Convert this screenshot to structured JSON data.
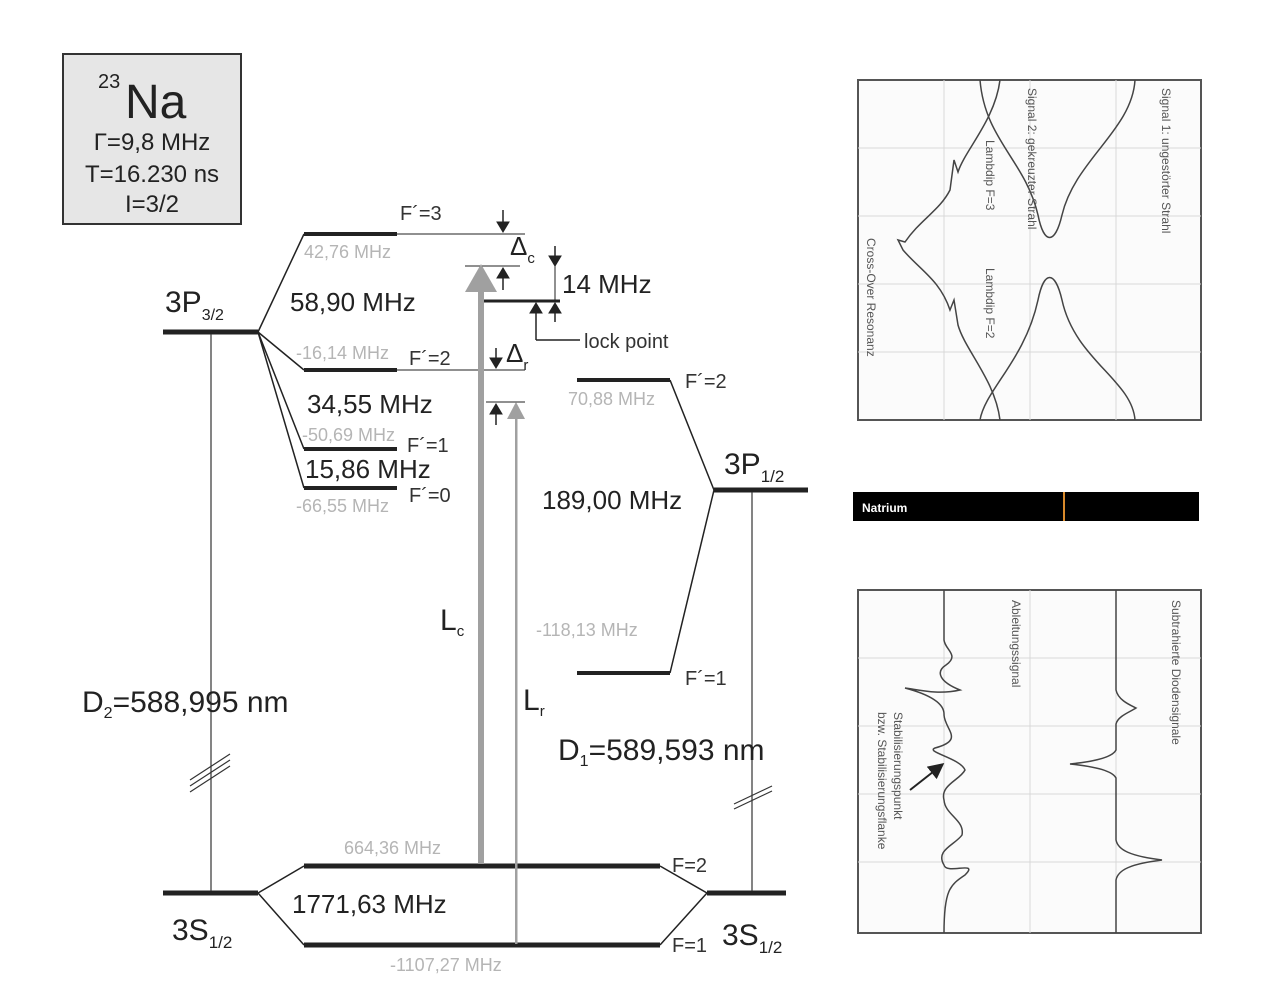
{
  "element_box": {
    "mass_number": "23",
    "symbol": "Na",
    "gamma": "Γ=9,8 MHz",
    "tau": "Τ=16.230 ns",
    "spin": "I=3/2"
  },
  "states": {
    "p32_main": "3P",
    "p32_sub": "3/2",
    "p12_main": "3P",
    "p12_sub": "1/2",
    "s12_left_main": "3S",
    "s12_left_sub": "1/2",
    "s12_right_main": "3S",
    "s12_right_sub": "1/2"
  },
  "sublevels": {
    "f3": "F´=3",
    "f2": "F´=2",
    "f1": "F´=1",
    "f0": "F´=0",
    "f2_p12": "F´=2",
    "f1_p12": "F´=1",
    "g2": "F=2",
    "g1": "F=1"
  },
  "offsets": {
    "f3": "42,76 MHz",
    "f2": "-16,14 MHz",
    "f1": "-50,69 MHz",
    "f0": "-66,55 MHz",
    "p12_f2": "70,88 MHz",
    "p12_f1": "-118,13 MHz",
    "g2": "664,36 MHz",
    "g1": "-1107,27 MHz"
  },
  "splittings": {
    "f3_f2": "58,90 MHz",
    "f2_f1": "34,55 MHz",
    "f1_f0": "15,86 MHz",
    "p12": "189,00 MHz",
    "ground": "1771,63 MHz",
    "lock_gap": "14 MHz"
  },
  "transitions": {
    "d2_main": "D",
    "d2_sub": "2",
    "d2_value": "=588,995 nm",
    "d1_main": "D",
    "d1_sub": "1",
    "d1_value": "=589,593 nm"
  },
  "lasers": {
    "lc_main": "L",
    "lc_sub": "c",
    "lr_main": "L",
    "lr_sub": "r",
    "delta_c_main": "Δ",
    "delta_c_sub": "c",
    "delta_r_main": "Δ",
    "delta_r_sub": "r",
    "lock_point": "lock point"
  },
  "spectrum_bar": {
    "label": "Natrium",
    "line_color": "#d98a2b",
    "background": "#000000"
  },
  "panel_top": {
    "signal1": "Signal 1: ungestörter Strahl",
    "signal2": "Signal 2: gekreuzter Strahl",
    "lamb3": "Lambdip F=3",
    "lamb2": "Lambdip F=2",
    "cross": "Cross-Over Resonanz"
  },
  "panel_bottom": {
    "subtracted": "Subtrahierte Diodensignale",
    "derivative": "Ableitungssignal",
    "stab1": "Stabilisierungspunkt",
    "stab2": "bzw. Stabilisierungsflanke"
  },
  "colors": {
    "laser_gray": "#a0a0a0",
    "level_black": "#222222",
    "offset_gray": "#b5b5b5",
    "box_fill": "#e6e6e6"
  }
}
